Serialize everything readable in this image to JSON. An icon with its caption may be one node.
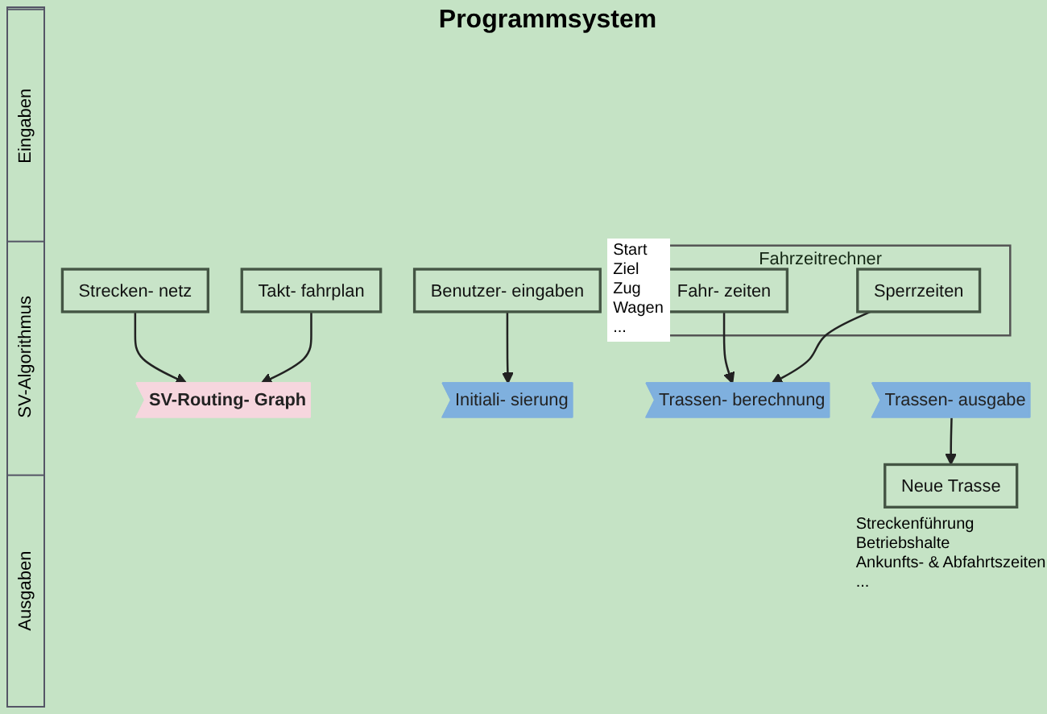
{
  "diagram": {
    "title": "Programmsystem",
    "nodes": [
      {
        "text": [
          "Strecken- netz"
        ]
      },
      {
        "text": [
          "Takt- fahrplan"
        ]
      },
      {
        "text": [
          "Benutzer- eingaben"
        ],
        "beside": [
          "Start",
          "Ziel",
          "Zug",
          "Wagen",
          "..."
        ]
      },
      {
        "text": [
          "Fahrzeitrechner"
        ]
      },
      {
        "text": [
          "Fahr- zeiten"
        ],
        "in": 3
      },
      {
        "text": [
          "Sperrzeiten"
        ],
        "in": 3
      },
      {
        "text": [
          "SV-Routing- Graph"
        ]
      },
      {
        "text": [
          "Initiali- sierung"
        ]
      },
      {
        "text": [
          "Trassen- berechnung"
        ]
      },
      {
        "text": [
          "Trassen- ausgabe"
        ]
      },
      {
        "text": [
          "Neue Trasse"
        ],
        "beside": [
          "Streckenführung",
          "Betriebshalte",
          "Ankunfts- & Abfahrtszeiten",
          "..."
        ]
      }
    ],
    "edges": [
      {
        "from": 0,
        "to": 6,
        "arrow": "to"
      },
      {
        "from": 1,
        "to": 6,
        "arrow": "to"
      },
      {
        "from": 2,
        "to": 7,
        "arrow": "to"
      },
      {
        "from": 4,
        "to": 8,
        "arrow": "to"
      },
      {
        "from": 5,
        "to": 8,
        "arrow": "to"
      },
      {
        "from": 9,
        "to": 10,
        "arrow": "to"
      }
    ],
    "labels": [
      "Eingaben",
      "SV-Algorithmus",
      "Ausgaben"
    ]
  }
}
